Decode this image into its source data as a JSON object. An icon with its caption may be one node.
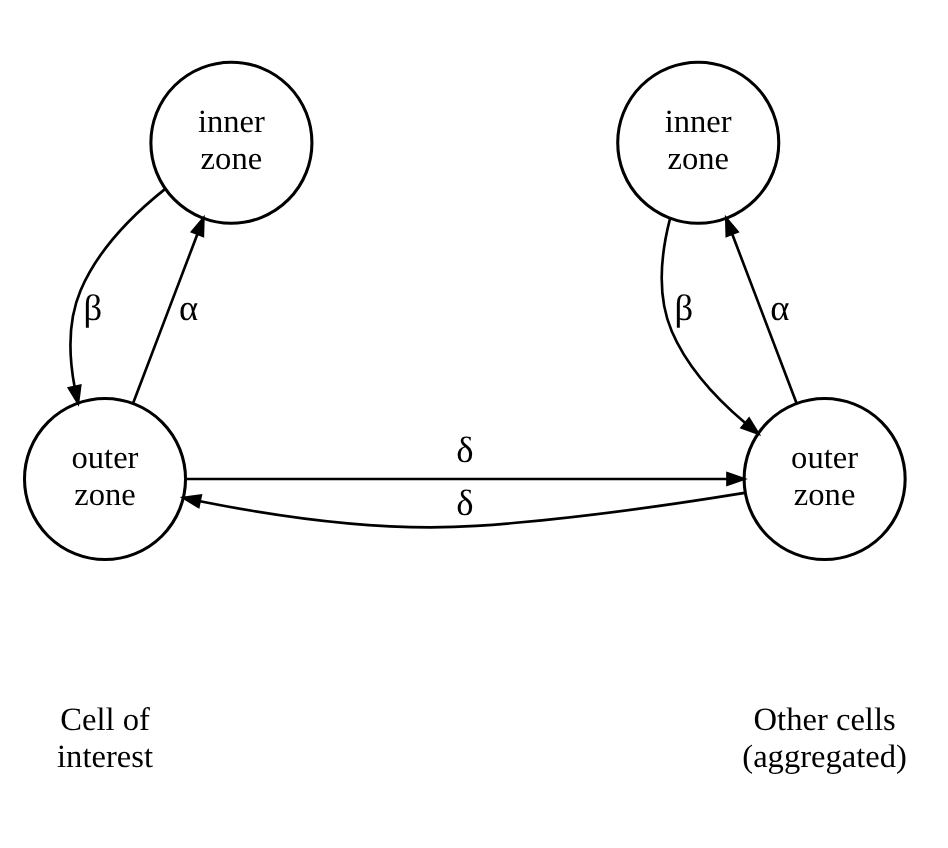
{
  "diagram": {
    "nodes": [
      {
        "text": [
          "inner zone"
        ]
      },
      {
        "text": [
          "outer zone"
        ]
      },
      {
        "text": [
          "inner zone"
        ]
      },
      {
        "text": [
          "outer zone"
        ]
      }
    ],
    "edges": [
      {
        "from": 1,
        "to": 0,
        "arrow": "to",
        "label": "α"
      },
      {
        "from": 0,
        "to": 1,
        "arrow": "to",
        "label": "β"
      },
      {
        "from": 1,
        "to": 3,
        "arrow": "to",
        "label": "δ"
      },
      {
        "from": 3,
        "to": 1,
        "arrow": "to",
        "label": "δ"
      },
      {
        "from": 3,
        "to": 2,
        "arrow": "to",
        "label": "α"
      },
      {
        "from": 2,
        "to": 3,
        "arrow": "to",
        "label": "β"
      }
    ],
    "labels": [
      "Cell of interest",
      "Other cells (aggregated)"
    ]
  }
}
